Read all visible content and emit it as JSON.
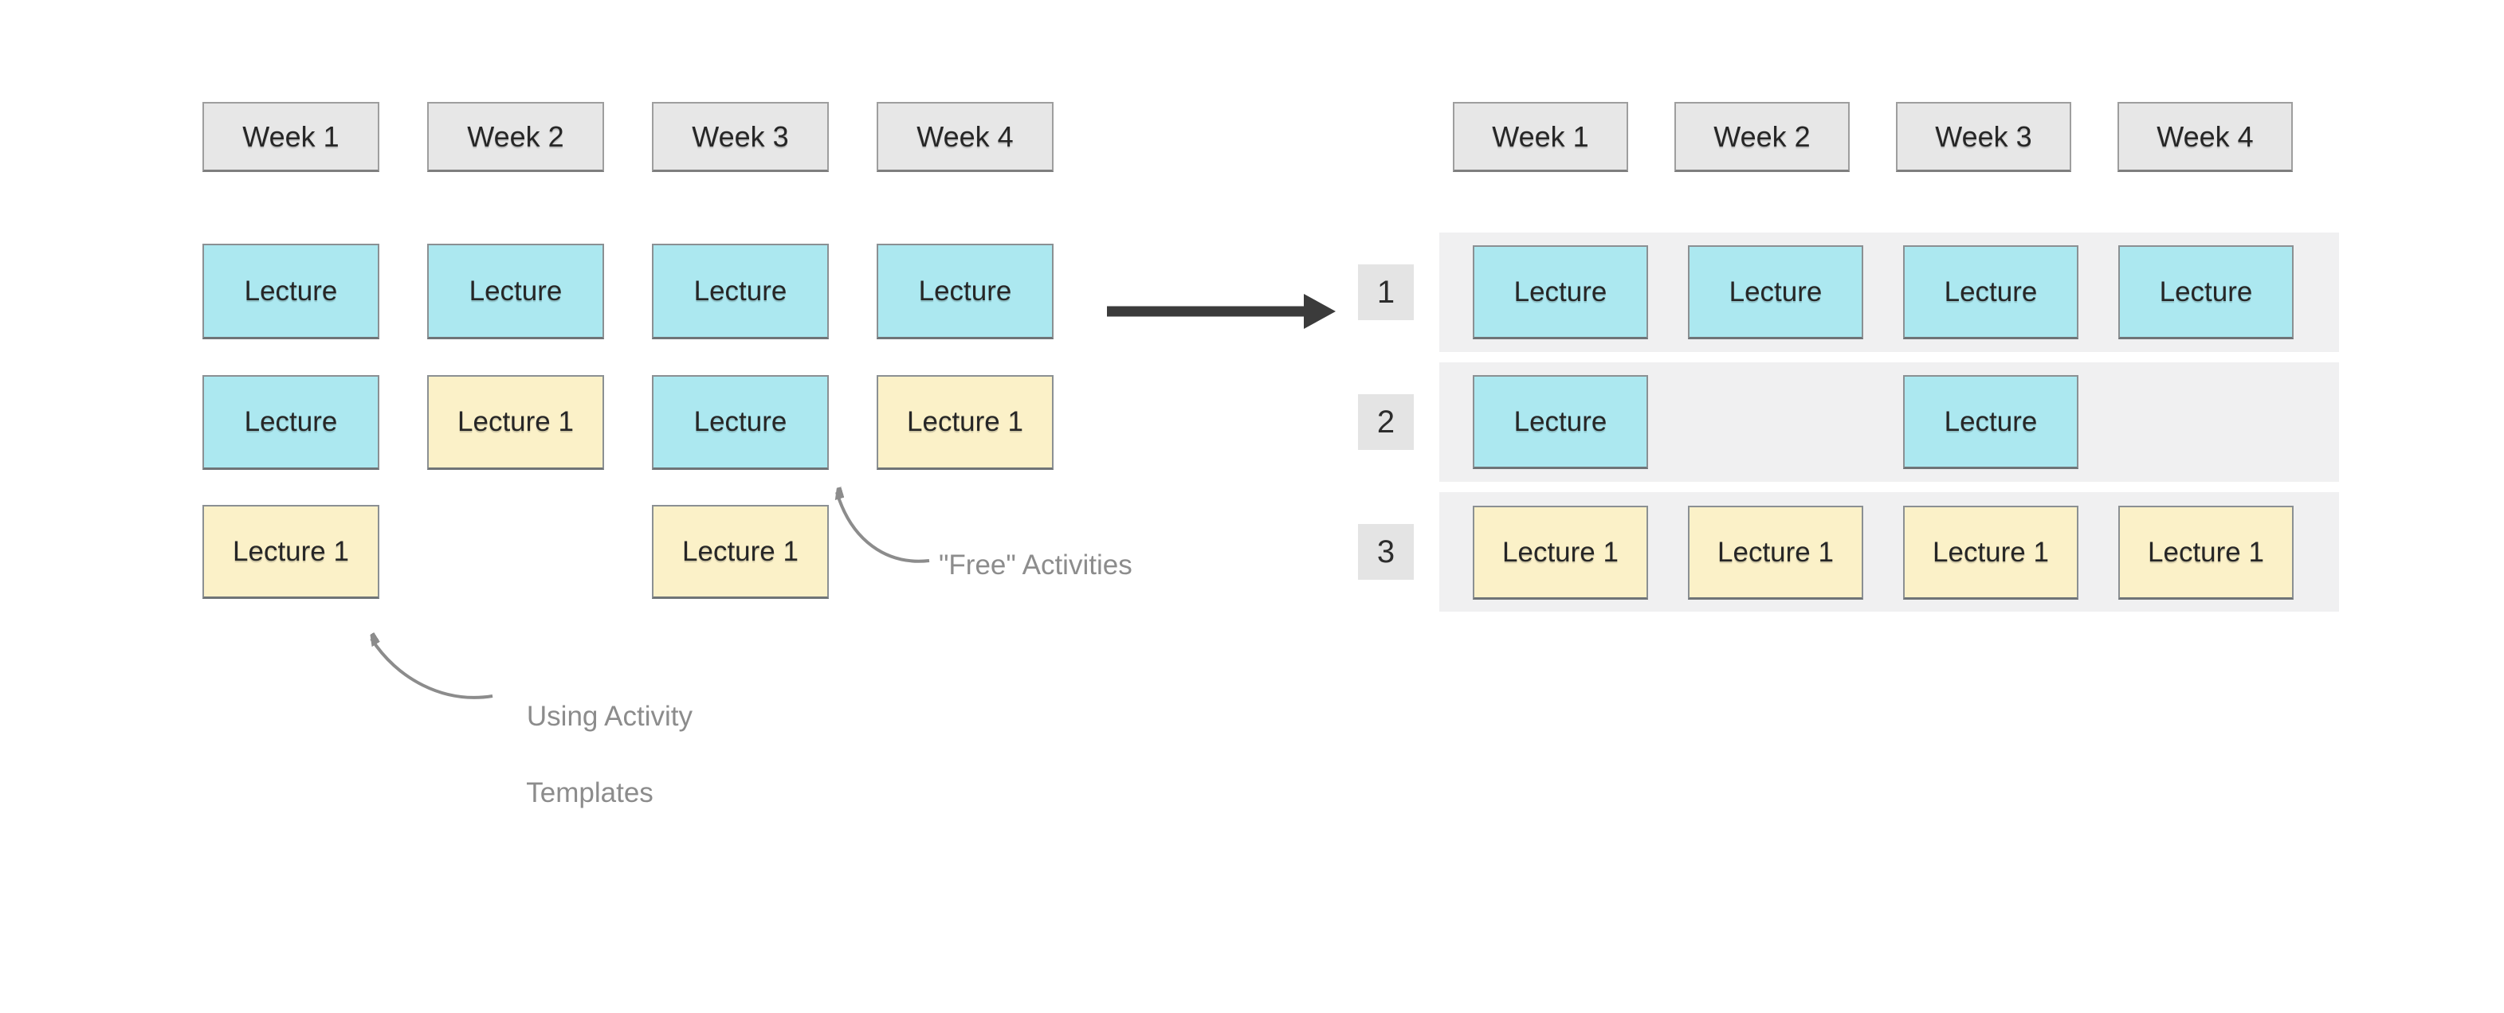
{
  "colors": {
    "lecture_fill": "#ace8f0",
    "template_fill": "#fbf1c8",
    "header_fill": "#e7e7e7",
    "band_fill": "#f0f0f1",
    "row_label_fill": "#e4e4e4",
    "box_border": "#8b9093",
    "box_border_dark": "#6f7477",
    "header_border": "#9e9e9e",
    "header_border_dark": "#7e7e7e",
    "annotation": "#8c8c8c",
    "big_arrow": "#3b3b3b",
    "box_text": "#262626"
  },
  "left": {
    "weeks": [
      "Week 1",
      "Week 2",
      "Week 3",
      "Week 4"
    ],
    "rows": [
      {
        "cells": [
          {
            "label": "Lecture"
          },
          {
            "label": "Lecture"
          },
          {
            "label": "Lecture"
          },
          {
            "label": "Lecture"
          }
        ]
      },
      {
        "cells": [
          {
            "label": "Lecture"
          },
          {
            "label": "Lecture 1"
          },
          {
            "label": "Lecture"
          },
          {
            "label": "Lecture 1"
          }
        ]
      },
      {
        "cells": [
          {
            "label": "Lecture 1"
          },
          {
            "label": "Lecture 1"
          }
        ]
      }
    ]
  },
  "right": {
    "weeks": [
      "Week 1",
      "Week 2",
      "Week 3",
      "Week 4"
    ],
    "rows": [
      {
        "number": "1",
        "cells": [
          {
            "label": "Lecture"
          },
          {
            "label": "Lecture"
          },
          {
            "label": "Lecture"
          },
          {
            "label": "Lecture"
          }
        ]
      },
      {
        "number": "2",
        "cells": [
          {
            "label": "Lecture"
          },
          {
            "label": "Lecture"
          }
        ]
      },
      {
        "number": "3",
        "cells": [
          {
            "label": "Lecture 1"
          },
          {
            "label": "Lecture 1"
          },
          {
            "label": "Lecture 1"
          },
          {
            "label": "Lecture 1"
          }
        ]
      }
    ]
  },
  "annotations": {
    "free_activities": "\"Free\" Activities",
    "using_templates_line1": "Using Activity",
    "using_templates_line2": "Templates"
  }
}
